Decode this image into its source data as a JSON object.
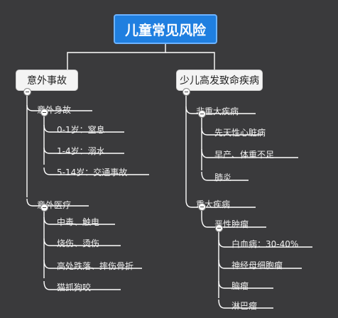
{
  "root": {
    "title": "儿童常见风险"
  },
  "left": {
    "title": "意外事故",
    "groups": [
      {
        "title": "意外身故",
        "items": [
          "0-1岁：窒息",
          "1-4岁：溺水",
          "5-14岁：交通事故"
        ]
      },
      {
        "title": "意外医疗",
        "items": [
          "中毒、触电",
          "烧伤、烫伤",
          "高处跌落、摔伤骨折",
          "猫抓狗咬"
        ]
      }
    ]
  },
  "right": {
    "title": "少儿高发致命疾病",
    "groups": [
      {
        "title": "非重大疾病",
        "items": [
          "先天性心脏病",
          "早产、体重不足",
          "肺炎"
        ]
      },
      {
        "title": "重大疾病",
        "sub": {
          "title": "恶性肿瘤",
          "items": [
            "白血病：30-40%",
            "神经母细胞瘤",
            "脑瘤",
            "淋巴瘤"
          ]
        }
      }
    ]
  },
  "colors": {
    "background": "#3a3a3c",
    "root_fill": "#1f7fe0",
    "line": "#ffffff",
    "main_fill": "#f4f4f4"
  }
}
